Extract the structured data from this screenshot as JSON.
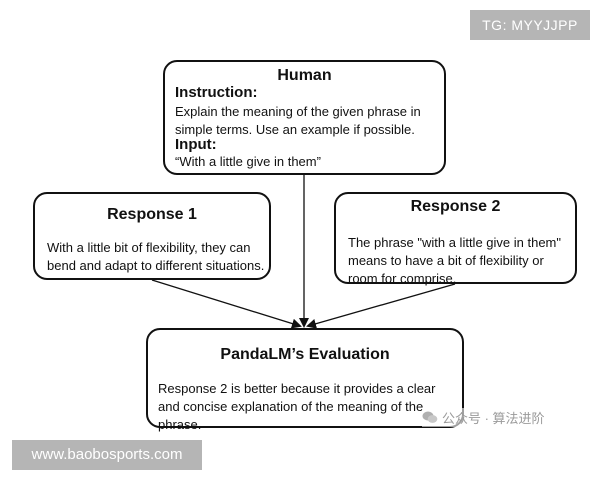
{
  "watermarks": {
    "top_right": "TG: MYYJJPP",
    "bottom_left": "www.baobosports.com",
    "wechat": "公众号 · 算法进阶"
  },
  "human": {
    "title": "Human",
    "instruction_label": "Instruction:",
    "instruction_text": "Explain the meaning of the given phrase in simple terms. Use an example if possible.",
    "input_label": "Input:",
    "input_text": "“With a little give in them”"
  },
  "response1": {
    "title": "Response 1",
    "text": "With a little bit of flexibility, they can bend and adapt to different situations."
  },
  "response2": {
    "title": "Response 2",
    "text": "The phrase \"with a little give in them\" means to have a bit of flexibility or room for comprise."
  },
  "evaluation": {
    "title": "PandaLM’s Evaluation",
    "text": "Response 2 is better because it provides a clear and concise explanation of the meaning of the phrase."
  }
}
